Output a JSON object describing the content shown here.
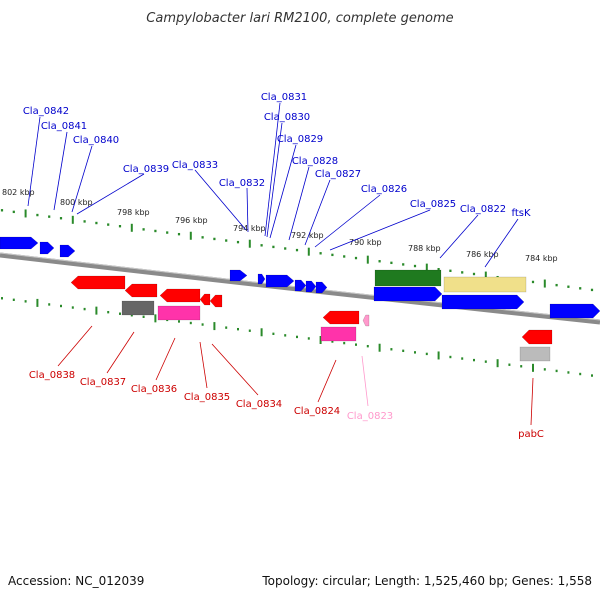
{
  "title": "Campylobacter lari RM2100, complete genome",
  "footer": {
    "accession": "Accession: NC_012039",
    "summary": "Topology: circular; Length: 1,525,460 bp; Genes: 1,558"
  },
  "colors": {
    "forward": "#0000ff",
    "reverse": "#ff0000",
    "label_forward": "#0000cc",
    "label_reverse": "#cc0000",
    "label_pseudo": "#ff99cc",
    "backbone": "#8a8a8a",
    "tick": "#2a8a2a",
    "feature_grey": "#666666",
    "feature_magenta": "#ff33aa",
    "feature_green": "#1f7a1f",
    "feature_yellow": "#f0e08a",
    "feature_lightgrey": "#bbbbbb"
  },
  "scale_labels": [
    "802 kbp",
    "800 kbp",
    "798 kbp",
    "796 kbp",
    "794 kbp",
    "792 kbp",
    "790 kbp",
    "788 kbp",
    "786 kbp",
    "784 kbp"
  ],
  "forward_genes": [
    "Cla_0842",
    "Cla_0841",
    "Cla_0840",
    "Cla_0839",
    "Cla_0833",
    "Cla_0832",
    "Cla_0831",
    "Cla_0830",
    "Cla_0829",
    "Cla_0828",
    "Cla_0827",
    "Cla_0826",
    "Cla_0825",
    "Cla_0822",
    "ftsK"
  ],
  "reverse_genes": [
    "Cla_0838",
    "Cla_0837",
    "Cla_0836",
    "Cla_0835",
    "Cla_0834",
    "Cla_0824",
    "Cla_0823",
    "pabC"
  ]
}
